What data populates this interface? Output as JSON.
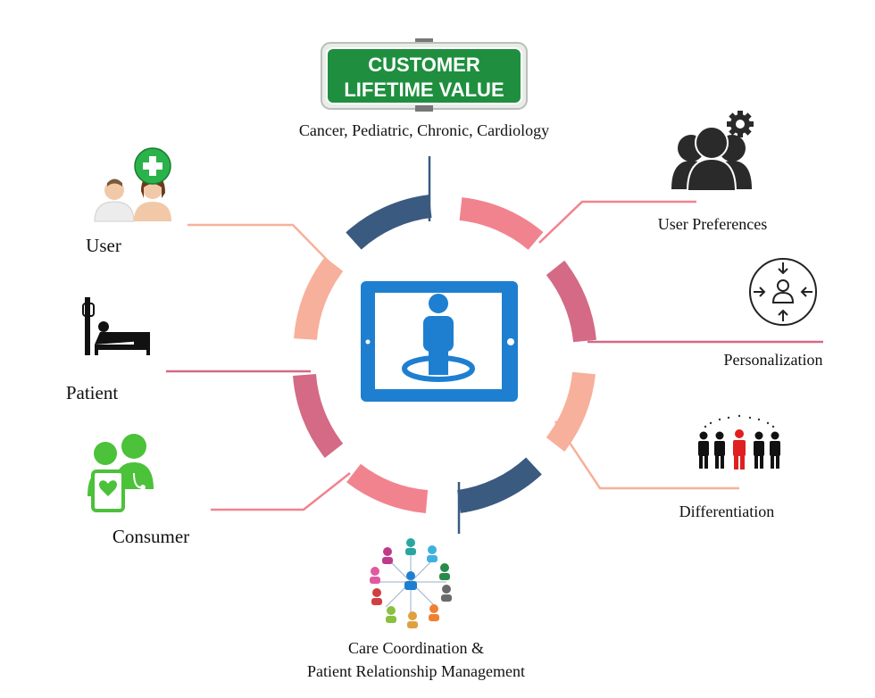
{
  "sign": {
    "line1": "CUSTOMER",
    "line2": "LIFETIME VALUE",
    "green": "#1f8f3f",
    "border": "#cfd6cf"
  },
  "labels": {
    "top": "Cancer, Pediatric, Chronic, Cardiology",
    "user_preferences": "User Preferences",
    "personalization": "Personalization",
    "differentiation": "Differentiation",
    "user": "User",
    "patient": "Patient",
    "consumer": "Consumer",
    "care_line1": "Care Coordination &",
    "care_line2": "Patient Relationship Management"
  },
  "colors": {
    "navy": "#3a5a80",
    "pink": "#f1838f",
    "rose": "#d46a85",
    "salmon": "#f7b09b",
    "tablet_blue": "#1e7fd0",
    "consumer_green": "#4cc13a",
    "plus_green": "#29b34a",
    "red_person": "#e02020"
  },
  "icons": {
    "top": "customer-lifetime-value-sign",
    "user_preferences": "user-group-gear-icon",
    "personalization": "personalization-circle-icon",
    "differentiation": "crowd-differentiation-icon",
    "user": "users-add-icon",
    "patient": "patient-bed-icon",
    "consumer": "doctor-patient-icon",
    "care": "care-network-icon",
    "center": "tablet-user-icon"
  }
}
